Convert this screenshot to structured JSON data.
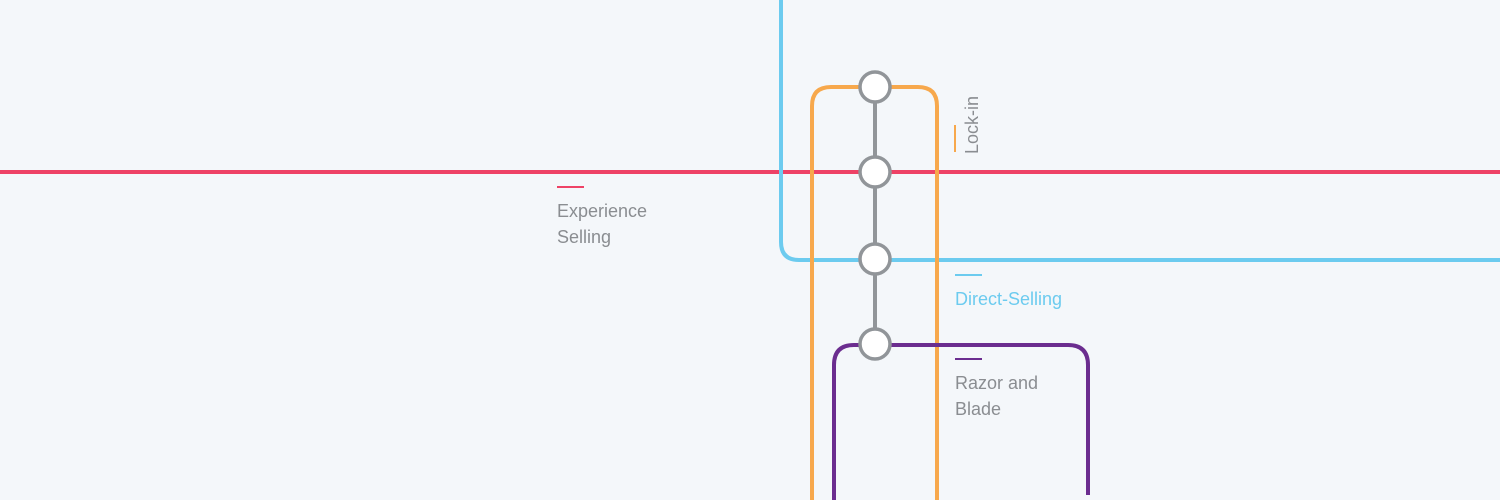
{
  "lines": [
    {
      "id": "experience-selling",
      "name_lines": [
        "Experience",
        "Selling"
      ],
      "color": "#ee4266"
    },
    {
      "id": "direct-selling",
      "name_lines": [
        "Direct-Selling"
      ],
      "color": "#6ccbef"
    },
    {
      "id": "razor-and-blade",
      "name_lines": [
        "Razor and",
        "Blade"
      ],
      "color": "#6b2d8f"
    },
    {
      "id": "lock-in",
      "name_lines": [
        "Lock-in"
      ],
      "color": "#f7a84c"
    }
  ],
  "connector_color": "#919599",
  "station_fill": "#ffffff",
  "label_text_color": "#8a8d91",
  "station_count": 4
}
